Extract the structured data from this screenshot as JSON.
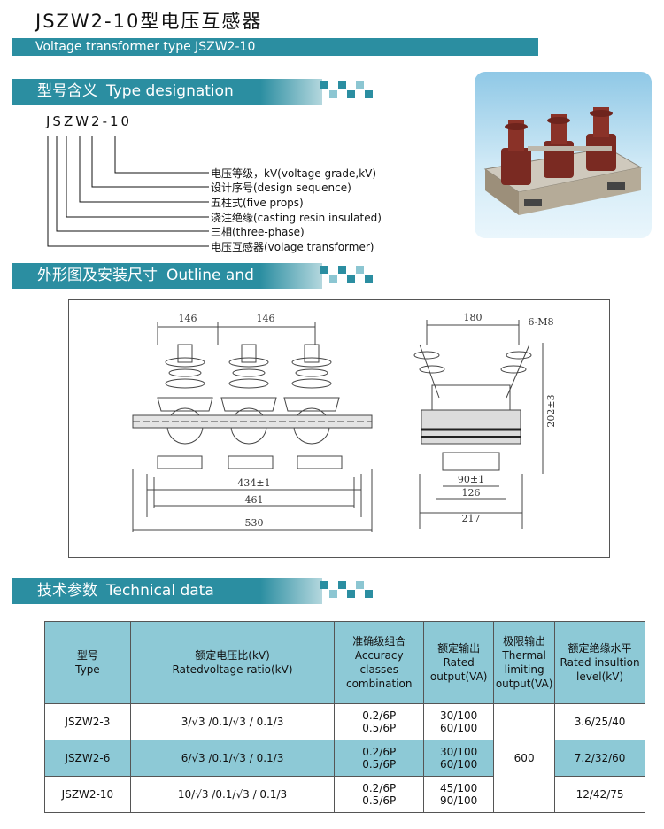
{
  "header": {
    "title": "JSZW2-10型电压互感器",
    "subtitle": "Voltage transformer type JSZW2-10"
  },
  "sections": {
    "designation": {
      "cn": "型号含义",
      "en": "Type designation"
    },
    "outline": {
      "cn": "外形图及安装尺寸",
      "en": "Outline and dimensions"
    },
    "technical": {
      "cn": "技术参数",
      "en": "Technical data"
    }
  },
  "designation": {
    "model": "JSZW2-10",
    "items": [
      "电压等级，kV(voltage grade,kV)",
      "设计序号(design sequence)",
      "五柱式(five props)",
      "浇注绝缘(casting resin insulated)",
      "三相(three-phase)",
      "电压互感器(volage transformer)"
    ]
  },
  "drawing": {
    "dims": {
      "d146a": "146",
      "d146b": "146",
      "d434": "434±1",
      "d461": "461",
      "d530": "530",
      "d180": "180",
      "d6m8": "6-M8",
      "d202": "202±3",
      "d90": "90±1",
      "d126": "126",
      "d217": "217"
    }
  },
  "table": {
    "headers": {
      "type_cn": "型号",
      "type_en": "Type",
      "ratio_cn": "额定电压比(kV)",
      "ratio_en": "Ratedvoltage ratio(kV)",
      "acc_cn": "准确级组合",
      "acc_en1": "Accuracy",
      "acc_en2": "classes",
      "acc_en3": "combination",
      "out_cn": "额定输出",
      "out_en1": "Rated",
      "out_en2": "output(VA)",
      "lim_cn": "极限输出",
      "lim_en1": "Thermal",
      "lim_en2": "limiting",
      "lim_en3": "output(VA)",
      "ins_cn": "额定绝缘水平",
      "ins_en1": "Rated insultion",
      "ins_en2": "level(kV)"
    },
    "rows": [
      {
        "type": "JSZW2-3",
        "ratio": "3/√3 /0.1/√3 / 0.1/3",
        "acc1": "0.2/6P",
        "acc2": "0.5/6P",
        "out1": "30/100",
        "out2": "60/100",
        "ins": "3.6/25/40"
      },
      {
        "type": "JSZW2-6",
        "ratio": "6/√3 /0.1/√3 / 0.1/3",
        "acc1": "0.2/6P",
        "acc2": "0.5/6P",
        "out1": "30/100",
        "out2": "60/100",
        "ins": "7.2/32/60"
      },
      {
        "type": "JSZW2-10",
        "ratio": "10/√3 /0.1/√3 / 0.1/3",
        "acc1": "0.2/6P",
        "acc2": "0.5/6P",
        "out1": "45/100",
        "out2": "90/100",
        "ins": "12/42/75"
      }
    ],
    "limit_value": "600"
  },
  "colors": {
    "accent": "#2b8ea1",
    "table_header": "#8dc9d6"
  }
}
